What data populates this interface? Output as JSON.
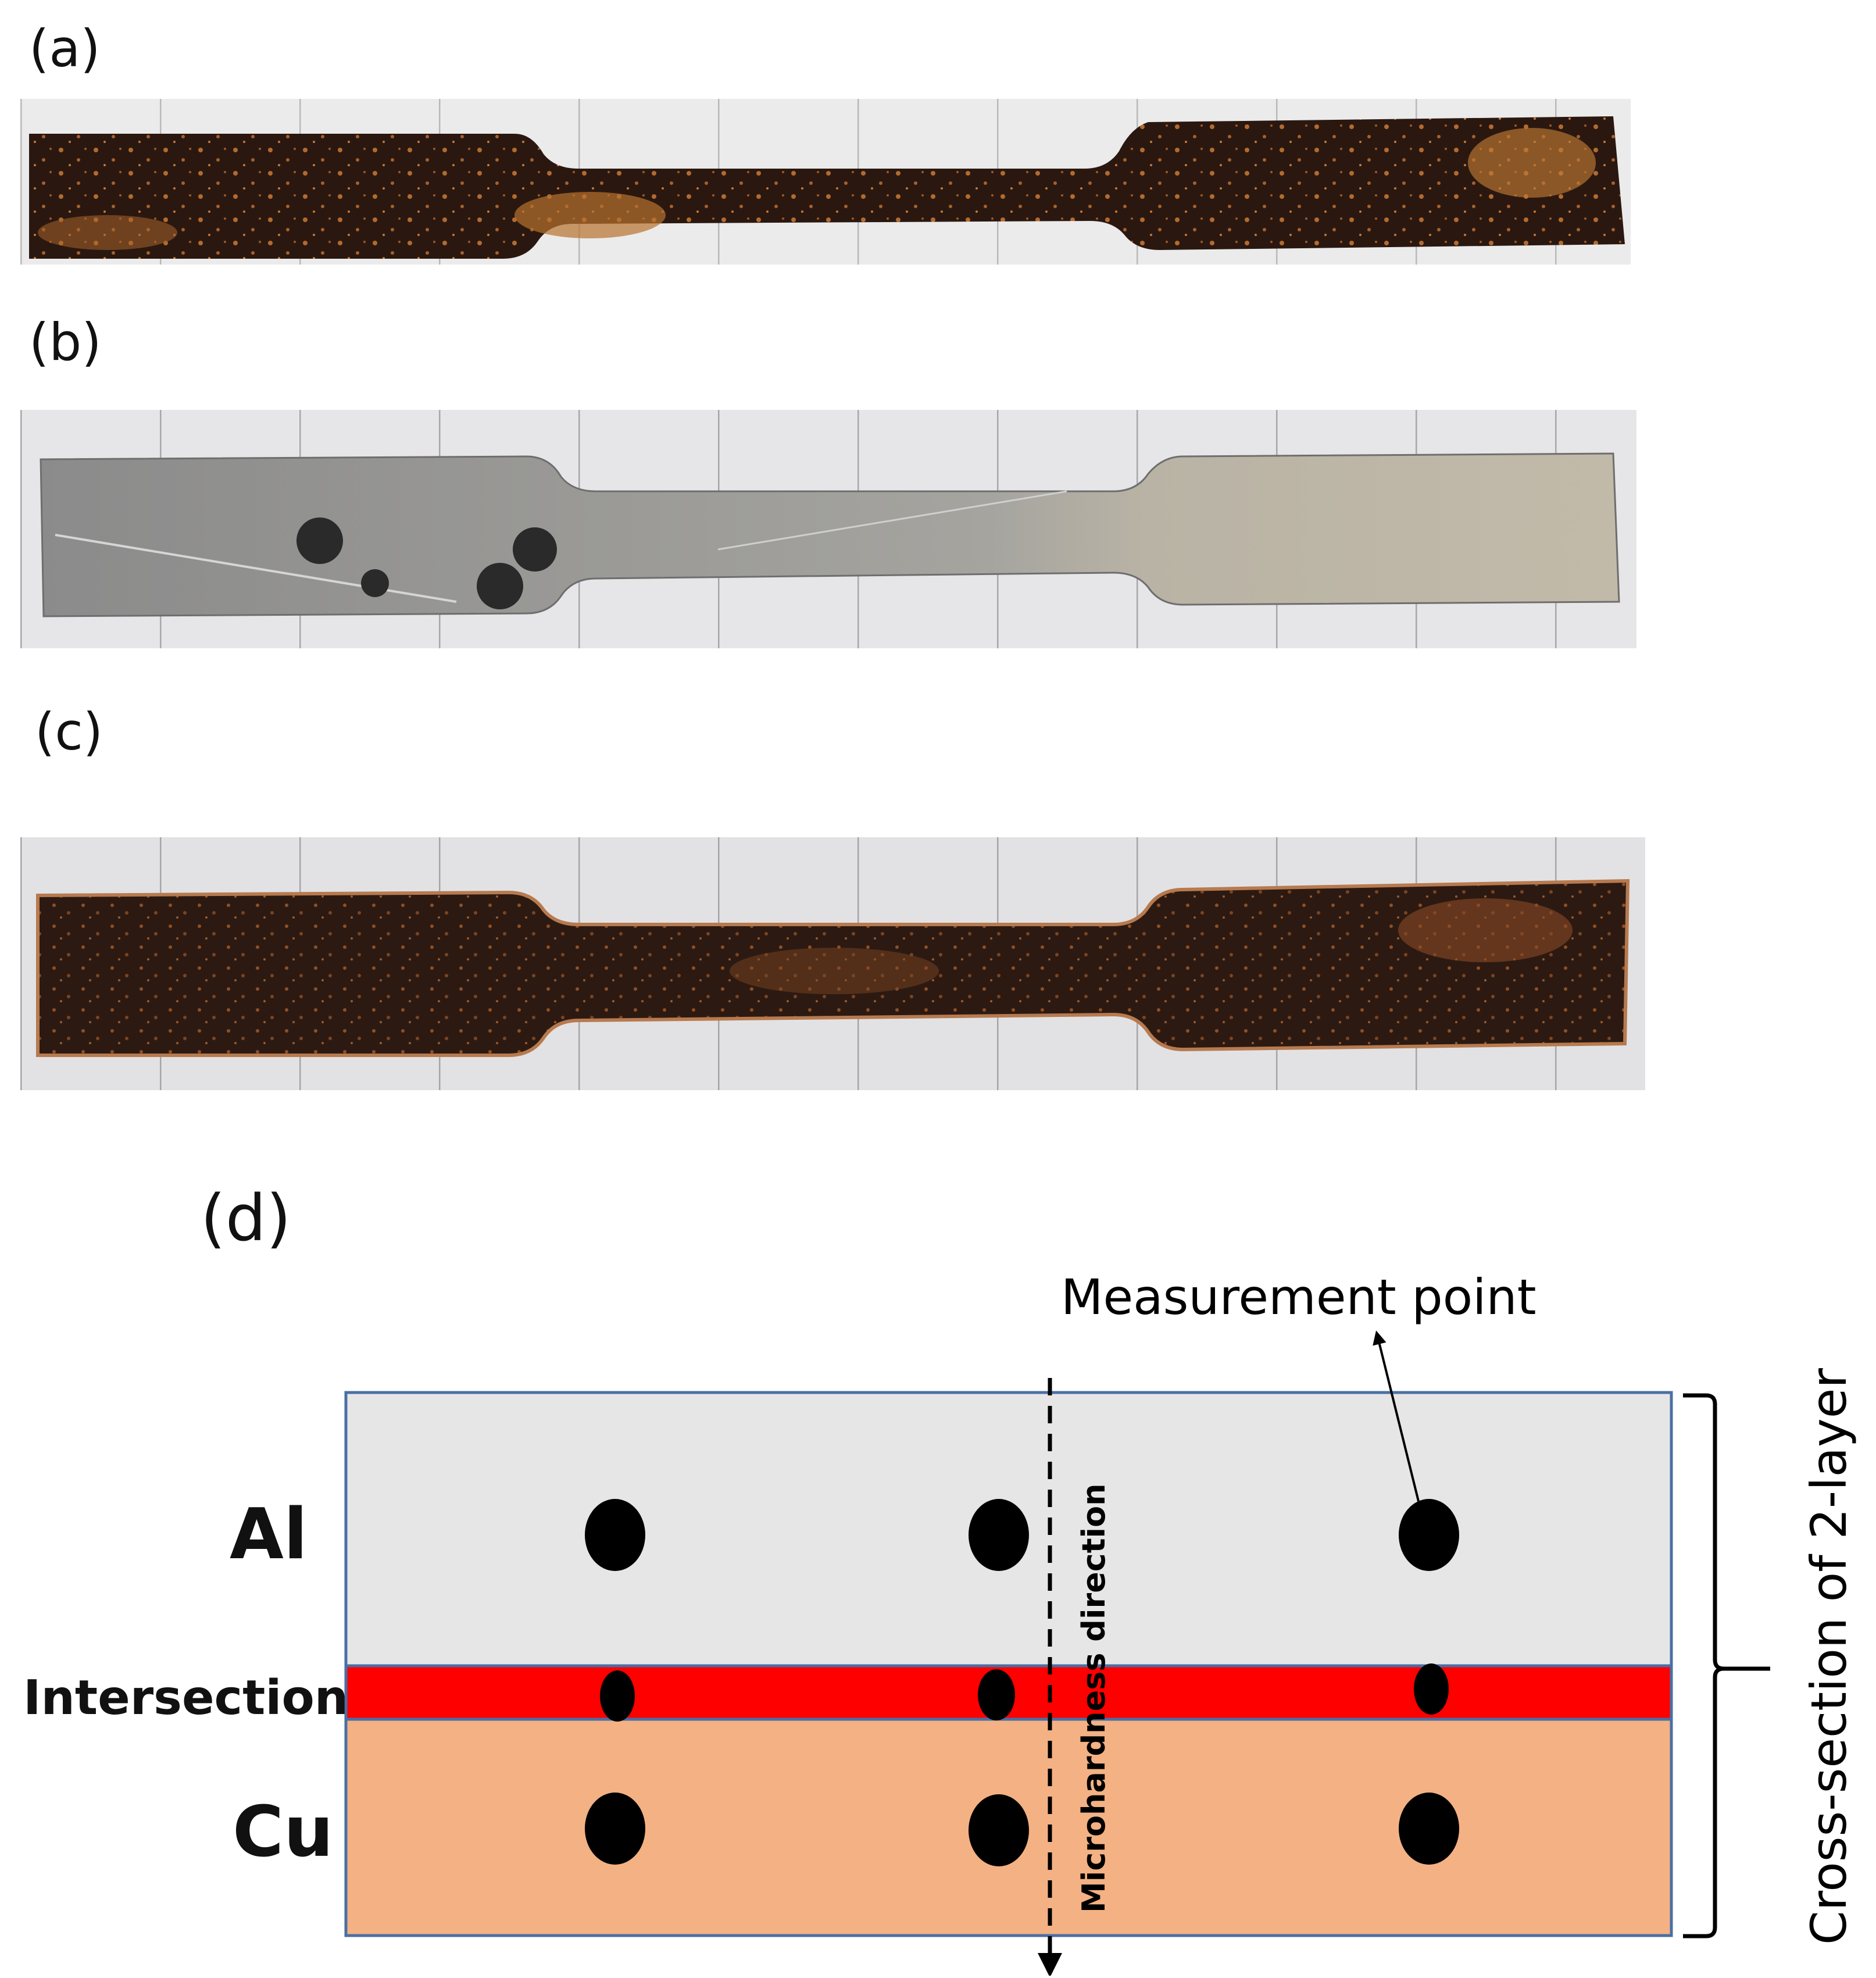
{
  "panels": {
    "a": {
      "label": "(a)",
      "specimen": "copper-coated tensile specimen"
    },
    "b": {
      "label": "(b)",
      "specimen": "aluminum tensile specimen"
    },
    "c": {
      "label": "(c)",
      "specimen": "copper tensile specimen"
    },
    "d": {
      "label": "(d)"
    }
  },
  "diagram": {
    "layers": {
      "al": "Al",
      "intersection": "Intersection",
      "cu": "Cu"
    },
    "measurement_point_label": "Measurement point",
    "direction_label": "Microhardness direction",
    "bracket_label": "Cross-section of 2-layer",
    "colors": {
      "al": "#e6e6e6",
      "intersection": "#ff0000",
      "cu": "#f4b183",
      "border": "#4a6fa5",
      "point": "#000000"
    }
  }
}
